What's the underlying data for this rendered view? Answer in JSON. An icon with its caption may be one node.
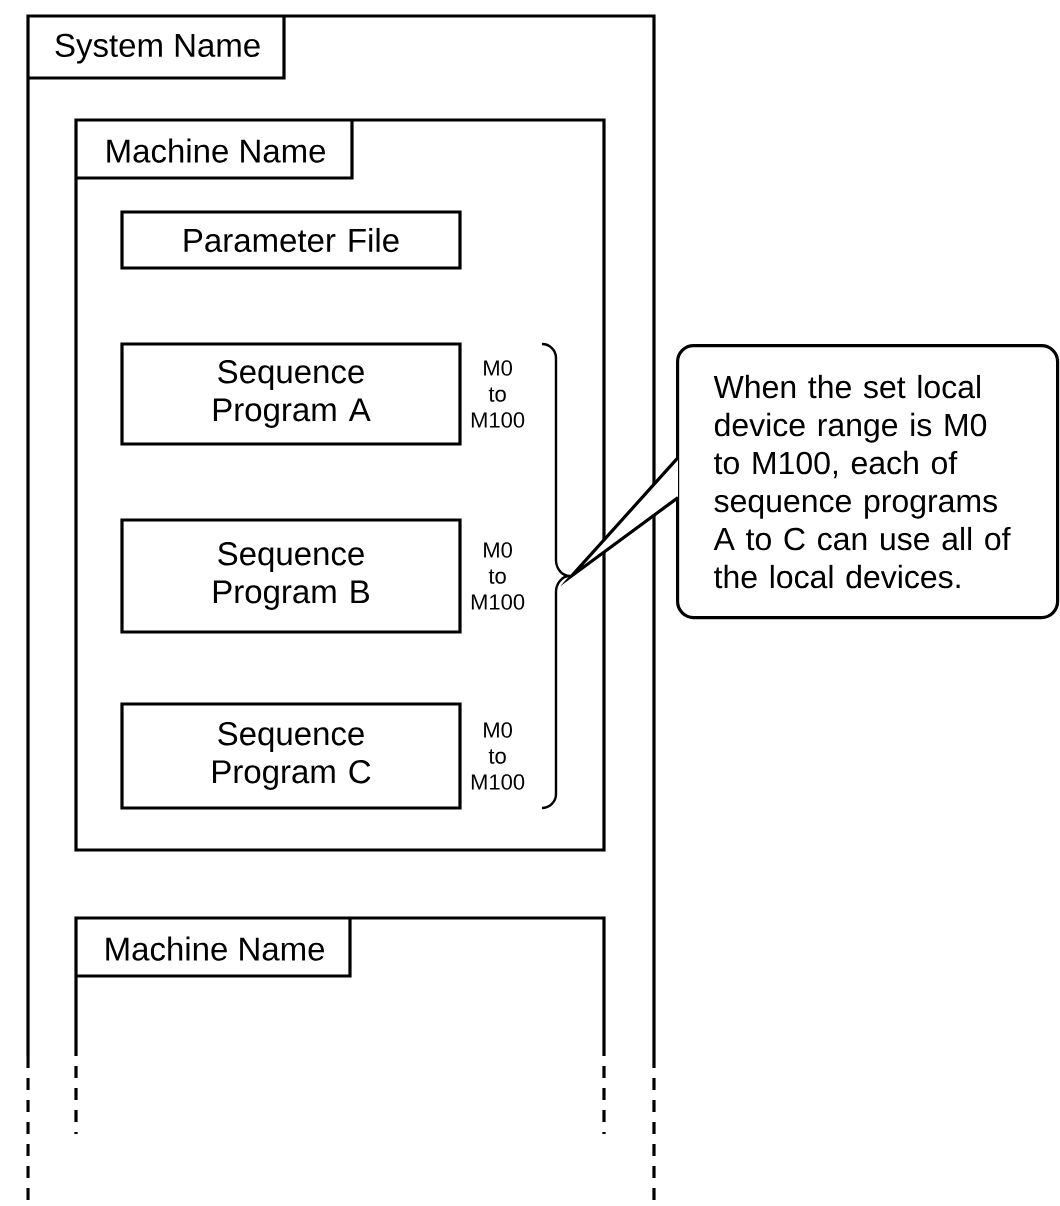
{
  "diagram": {
    "nodes": [
      {
        "text": [
          "System Name"
        ]
      },
      {
        "text": [
          "Machine Name"
        ],
        "in": 0
      },
      {
        "text": [
          "Parameter File"
        ],
        "in": 1
      },
      {
        "text": [
          "Sequence Program A"
        ],
        "in": 1,
        "beside": [
          "M0 to M100"
        ]
      },
      {
        "text": [
          "Sequence Program B"
        ],
        "in": 1,
        "beside": [
          "M0 to M100"
        ]
      },
      {
        "text": [
          "Sequence Program C"
        ],
        "in": 1,
        "beside": [
          "M0 to M100"
        ]
      },
      {
        "text": [],
        "shape": "bracket",
        "in": 1
      },
      {
        "text": [
          "Machine Name"
        ],
        "in": 0
      },
      {
        "text": [
          "When the set local device range is M0 to M100, each of sequence programs A to C can use all of the local devices."
        ]
      }
    ],
    "edges": [
      {
        "from": 8,
        "to": 6,
        "arrow": "none"
      }
    ]
  }
}
